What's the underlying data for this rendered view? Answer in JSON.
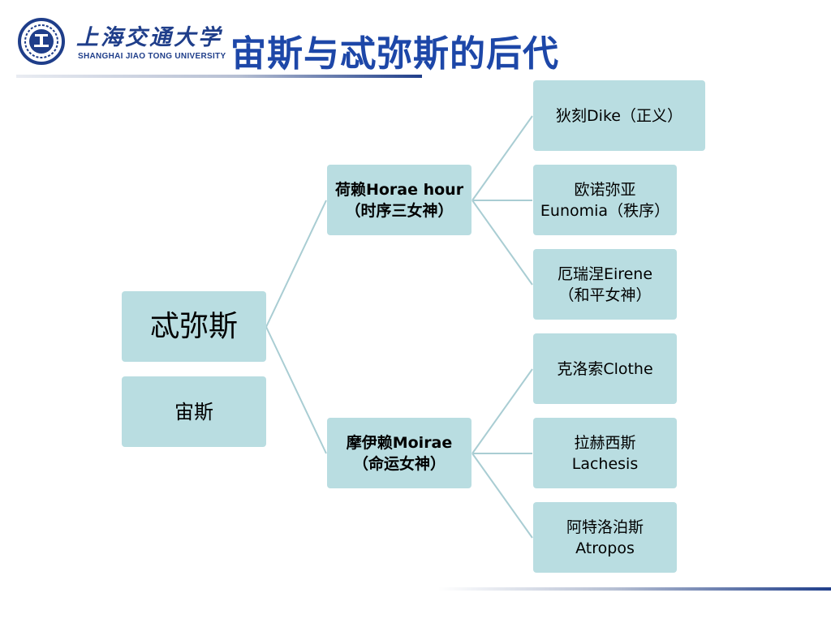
{
  "header": {
    "logo_cn": "上海交通大学",
    "logo_en": "SHANGHAI  JIAO TONG  UNIVERSITY",
    "title": "宙斯与忒弥斯的后代"
  },
  "tree": {
    "root": "忒弥斯",
    "spouse": "宙斯",
    "groups": [
      {
        "label": "荷赖Horae hour\n（时序三女神）",
        "children": [
          "狄刻Dike（正义）",
          "欧诺弥亚\nEunomia（秩序）",
          "厄瑞涅Eirene\n（和平女神）"
        ]
      },
      {
        "label": "摩伊赖Moirae\n（命运女神）",
        "children": [
          "克洛索Clothe",
          "拉赫西斯\nLachesis",
          "阿特洛泊斯\nAtropos"
        ]
      }
    ]
  },
  "colors": {
    "box_fill": "#b9dde1",
    "connector": "#a9cdd3",
    "title": "#1d47a8",
    "brand": "#1f3e8a"
  }
}
